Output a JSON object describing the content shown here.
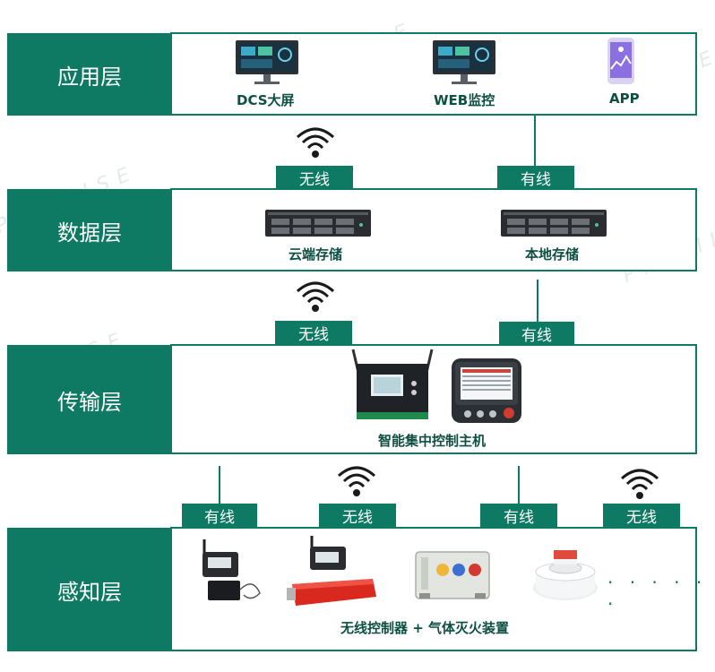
{
  "layers": {
    "app": {
      "label": "应用层",
      "items": [
        "DCS大屏",
        "WEB监控",
        "APP"
      ]
    },
    "data": {
      "label": "数据层",
      "items": [
        "云端存储",
        "本地存储"
      ]
    },
    "transport": {
      "label": "传输层",
      "caption": "智能集中控制主机"
    },
    "perception": {
      "label": "感知层",
      "caption": "无线控制器 + 气体灭火装置",
      "ellipsis": "· · · · · ·"
    }
  },
  "links": {
    "app_data": [
      "无线",
      "有线"
    ],
    "data_transport": [
      "无线",
      "有线"
    ],
    "transport_perception": [
      "有线",
      "无线",
      "有线",
      "无线"
    ]
  },
  "watermark": "PROMISE",
  "colors": {
    "brand": "#0e7a64"
  }
}
